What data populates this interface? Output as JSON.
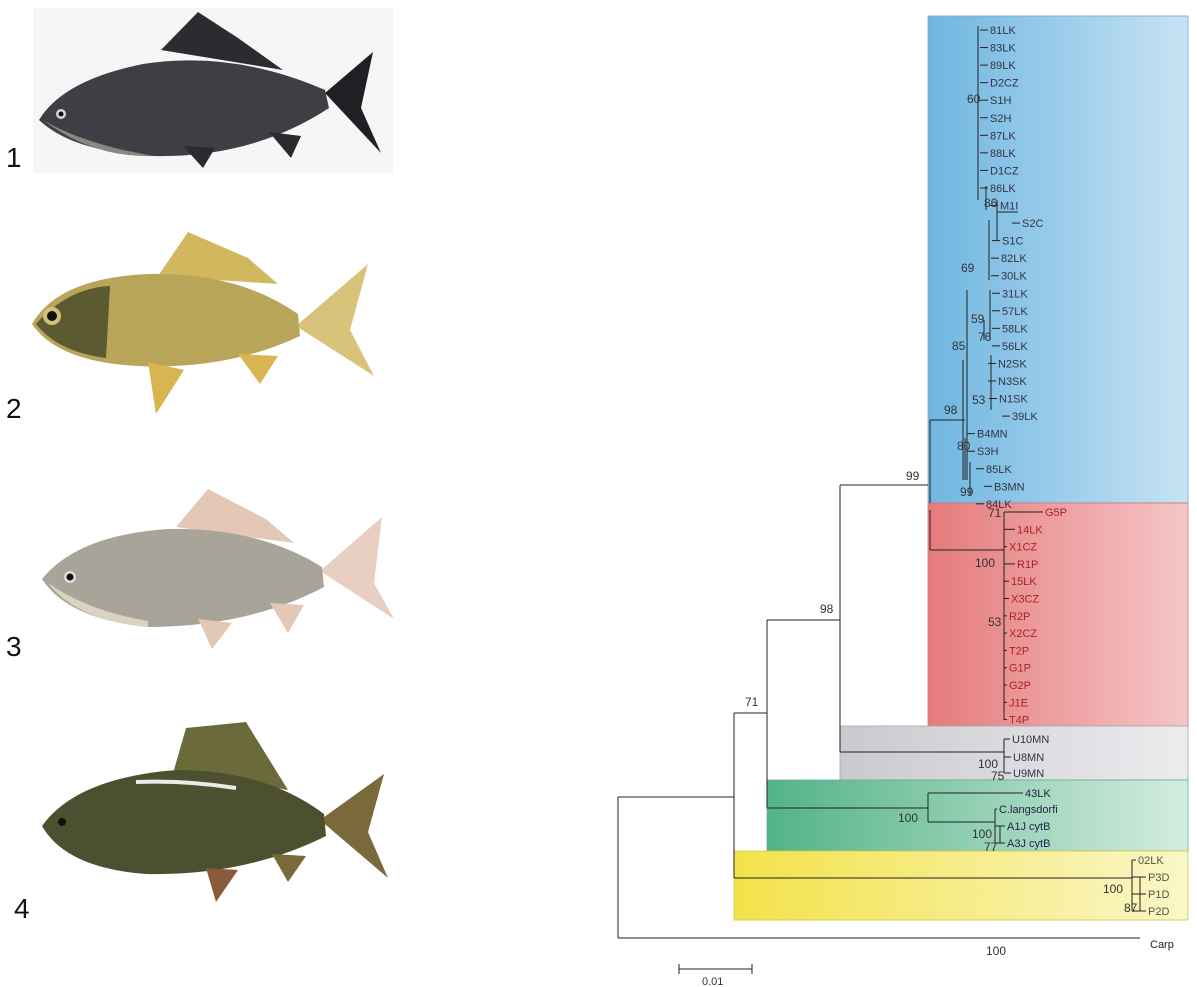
{
  "panels": {
    "numbers": [
      "1",
      "2",
      "3",
      "4"
    ],
    "fish_colors": {
      "fish1_body": "#3d3f45",
      "fish2_body": "#b8a55a",
      "fish3_body": "#a8a49a",
      "fish4_body": "#4d5030"
    }
  },
  "clade_colors": {
    "blue": "#a9d2ee",
    "red": "#eba0a2",
    "grey": "#d9d9de",
    "green": "#a3d4bb",
    "yellow": "#f7ec90"
  },
  "tree": {
    "leaves": {
      "blue": [
        "81LK",
        "83LK",
        "89LK",
        "D2CZ",
        "S1H",
        "S2H",
        "87LK",
        "88LK",
        "D1CZ",
        "86LK",
        "M1I",
        "S2C",
        "S1C",
        "82LK",
        "30LK",
        "31LK",
        "57LK",
        "58LK",
        "56LK",
        "N2SK",
        "N3SK",
        "N1SK",
        "39LK",
        "B4MN",
        "S3H",
        "85LK",
        "B3MN",
        "84LK"
      ],
      "red": [
        "G5P",
        "14LK",
        "X1CZ",
        "R1P",
        "15LK",
        "X3CZ",
        "R2P",
        "X2CZ",
        "T2P",
        "G1P",
        "G2P",
        "J1E",
        "T4P"
      ],
      "grey": [
        "U10MN",
        "U8MN",
        "U9MN"
      ],
      "green": [
        "43LK",
        "C.langsdorfi",
        "A1J cytB",
        "A3J cytB"
      ],
      "yellow": [
        "02LK",
        "P3D",
        "P1D",
        "P2D"
      ],
      "outgroup": "Carp"
    },
    "bootstrap": {
      "s1h": "60",
      "m1i": "86",
      "b69": "69",
      "b59": "59",
      "b76": "76",
      "b85": "85",
      "b53a": "53",
      "b98a": "98",
      "b80": "80",
      "b99a": "99",
      "b99b": "99",
      "red71": "71",
      "red100": "100",
      "red53": "53",
      "grey100": "100",
      "grey75": "75",
      "green100a": "100",
      "green100b": "100",
      "green77": "77",
      "yellow100": "100",
      "yellow87": "87",
      "root98": "98",
      "root71": "71",
      "carp100": "100"
    },
    "scale_label": "0.01"
  }
}
